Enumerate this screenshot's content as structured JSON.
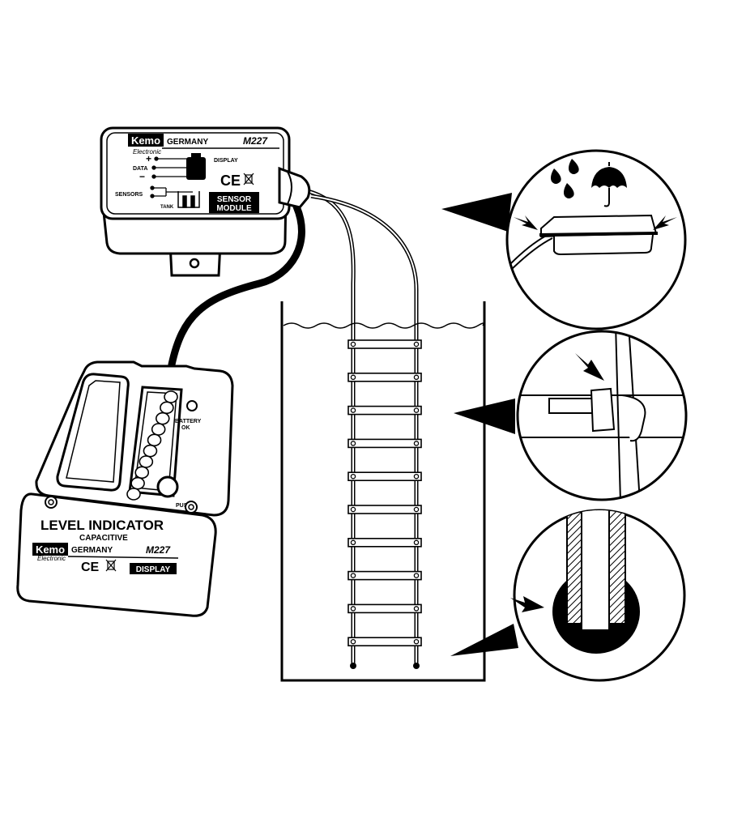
{
  "sensor_module": {
    "brand": "Kemo",
    "brand_sub": "Electronic",
    "country": "GERMANY",
    "model": "M227",
    "plus": "+",
    "data": "DATA",
    "minus": "−",
    "display": "DISPLAY",
    "sensors": "SENSORS",
    "tank": "TANK",
    "ce": "CE",
    "label_line1": "SENSOR",
    "label_line2": "MODULE"
  },
  "display_module": {
    "title": "LEVEL INDICATOR",
    "subtitle": "CAPACITIVE",
    "battery_line1": "BATTERY",
    "battery_line2": "OK",
    "push": "PUSH",
    "brand": "Kemo",
    "brand_sub": "Electronic",
    "country": "GERMANY",
    "model": "M227",
    "ce": "CE",
    "label": "DISPLAY",
    "led_count": 10
  },
  "tank": {
    "rungs": 10
  },
  "details": [
    {
      "name": "weather-seal-detail",
      "icons": [
        "rain-drops-icon",
        "umbrella-icon"
      ]
    },
    {
      "name": "wire-clamp-detail"
    },
    {
      "name": "sensor-wire-tip-detail"
    }
  ]
}
